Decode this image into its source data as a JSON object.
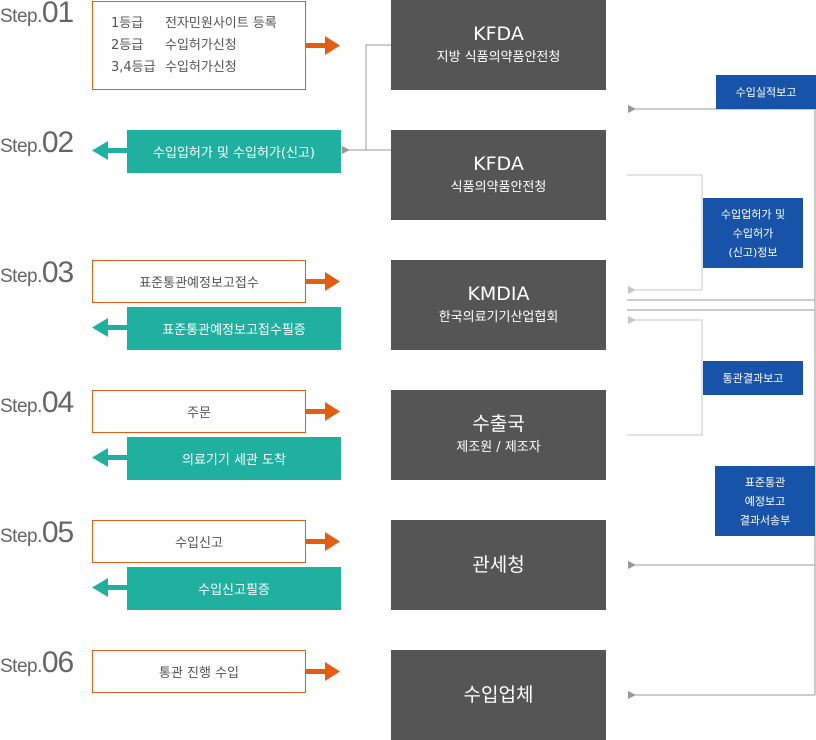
{
  "colors": {
    "orange": "#e35d13",
    "teal": "#20b09f",
    "dark": "#555555",
    "blue": "#1753a8",
    "line": "#999999",
    "line_light": "#c8c8c8"
  },
  "steps": [
    {
      "prefix": "Step.",
      "number": "01"
    },
    {
      "prefix": "Step.",
      "number": "02"
    },
    {
      "prefix": "Step.",
      "number": "03"
    },
    {
      "prefix": "Step.",
      "number": "04"
    },
    {
      "prefix": "Step.",
      "number": "05"
    },
    {
      "prefix": "Step.",
      "number": "06"
    }
  ],
  "step01_grades": [
    {
      "grade": "1등급",
      "action": "전자민원사이트 등록"
    },
    {
      "grade": "2등급",
      "action": "수입허가신청"
    },
    {
      "grade": "3,4등급",
      "action": "수입허가신청"
    }
  ],
  "outgoing": {
    "step03": "표준통관예정보고접수",
    "step04": "주문",
    "step05": "수입신고",
    "step06": "통관 진행 수입"
  },
  "incoming": {
    "step02": "수입입허가 및 수입허가(신고)",
    "step03": "표준통관예정보고접수필증",
    "step04": "의료기기 세관 도착",
    "step05": "수입신고필증"
  },
  "agencies": [
    {
      "title": "KFDA",
      "subtitle": "지방 식품의약품안전청"
    },
    {
      "title": "KFDA",
      "subtitle": "식품의약품안전청"
    },
    {
      "title": "KMDIA",
      "subtitle": "한국의료기기산업협회"
    },
    {
      "title": "수출국",
      "subtitle": "제조원 / 제조자"
    },
    {
      "title": "관세청"
    },
    {
      "title": "수입업체"
    }
  ],
  "reports": {
    "import_performance": "수입실적보고",
    "license_info": [
      "수입업허가 및",
      "수입허가",
      "(신고)정보"
    ],
    "clearance_result": "통관결과보고",
    "standard_clearance": [
      "표준통관",
      "예정보고",
      "결과서송부"
    ]
  }
}
